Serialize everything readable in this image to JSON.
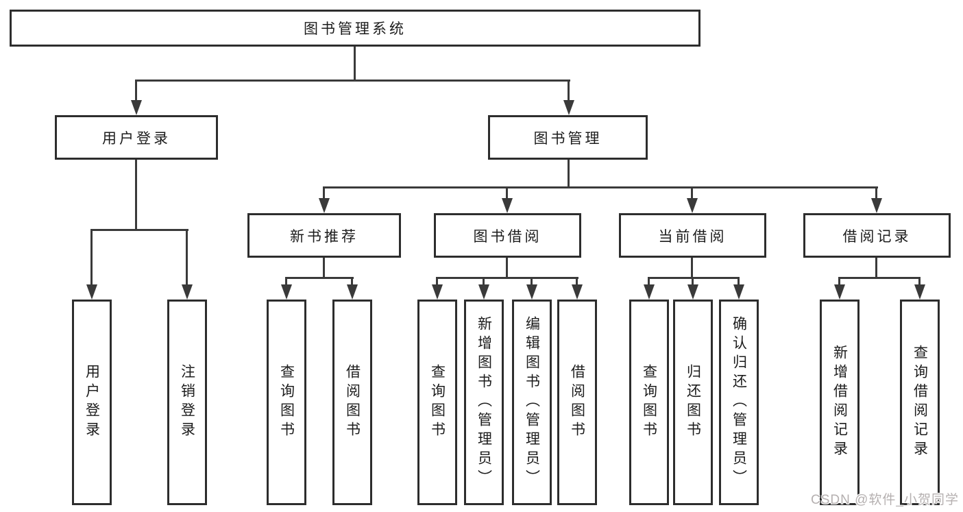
{
  "colors": {
    "background": "#ffffff",
    "box_border": "#2d2d2d",
    "line": "#3a3a3a",
    "text": "#1c1c1c",
    "watermark": "#b5b0b0"
  },
  "diagram": {
    "root": {
      "label": "图书管理系统"
    },
    "branches": {
      "user_login": {
        "label": "用户登录",
        "children": [
          "用户登录",
          "注销登录"
        ]
      },
      "book_mgmt": {
        "label": "图书管理"
      },
      "new_books": {
        "label": "新书推荐",
        "children": [
          "查询图书",
          "借阅图书"
        ]
      },
      "borrowing": {
        "label": "图书借阅",
        "children": [
          "查询图书",
          "新增图书（管理员）",
          "编辑图书（管理员）",
          "借阅图书"
        ]
      },
      "current_borrow": {
        "label": "当前借阅",
        "children": [
          "查询图书",
          "归还图书",
          "确认归还（管理员）"
        ]
      },
      "borrow_records": {
        "label": "借阅记录",
        "children": [
          "新增借阅记录",
          "查询借阅记录"
        ]
      }
    }
  },
  "watermark": {
    "text": "CSDN @软件_小贺同学"
  }
}
